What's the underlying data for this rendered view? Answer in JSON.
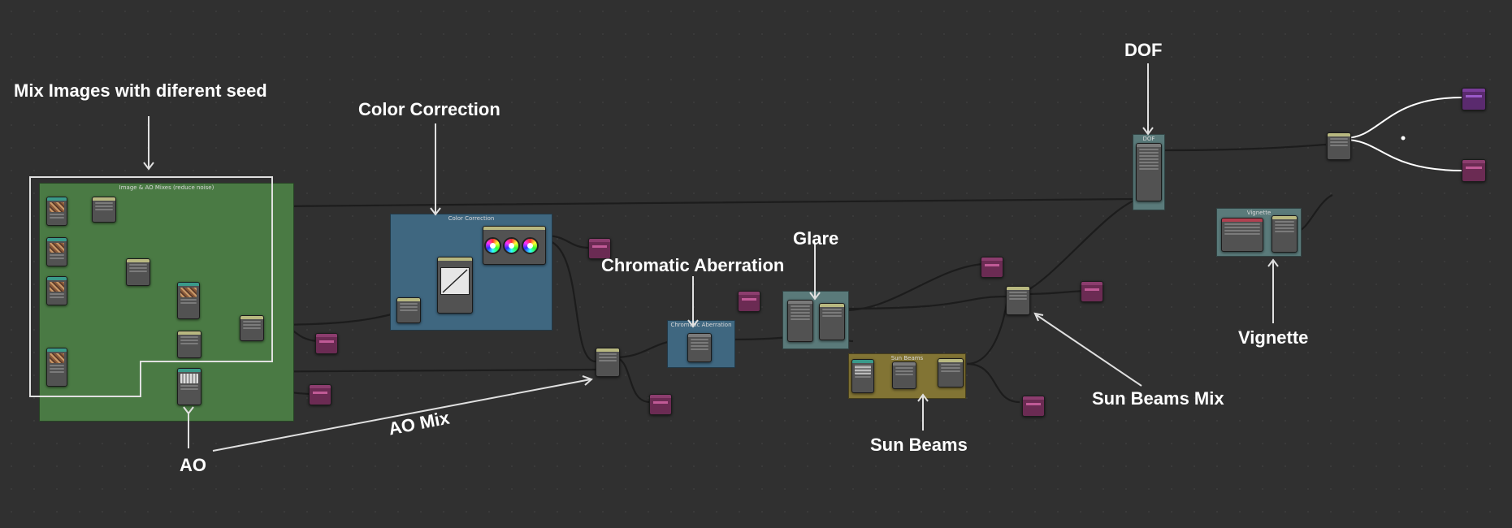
{
  "frames": {
    "mix": "Image & AO Mixes (reduce noise)",
    "color": "Color Correction",
    "chroma": "Chromatic Aberration",
    "sunbeams": "Sun Beams",
    "dof": "DOF",
    "vignette": "Vignette"
  },
  "annotations": {
    "mix_images": "Mix Images with diferent seed",
    "color_correction": "Color Correction",
    "chromatic_aberration": "Chromatic Aberration",
    "glare": "Glare",
    "dof": "DOF",
    "ao": "AO",
    "ao_mix": "AO Mix",
    "sun_beams": "Sun Beams",
    "sun_beams_mix": "Sun Beams Mix",
    "vignette": "Vignette"
  },
  "colors": {
    "background": "#303030",
    "frame_mix": "#4a7a44",
    "frame_color": "#3f6780",
    "frame_chroma": "#3f6780",
    "frame_glare": "#5a7a7a",
    "frame_sunbeams": "#827434",
    "frame_dof": "#5a7a7a",
    "frame_vignette": "#5a7a7a",
    "viewer": "#6b2b53",
    "link": "#1a1a1a",
    "annotation": "#ffffff"
  }
}
